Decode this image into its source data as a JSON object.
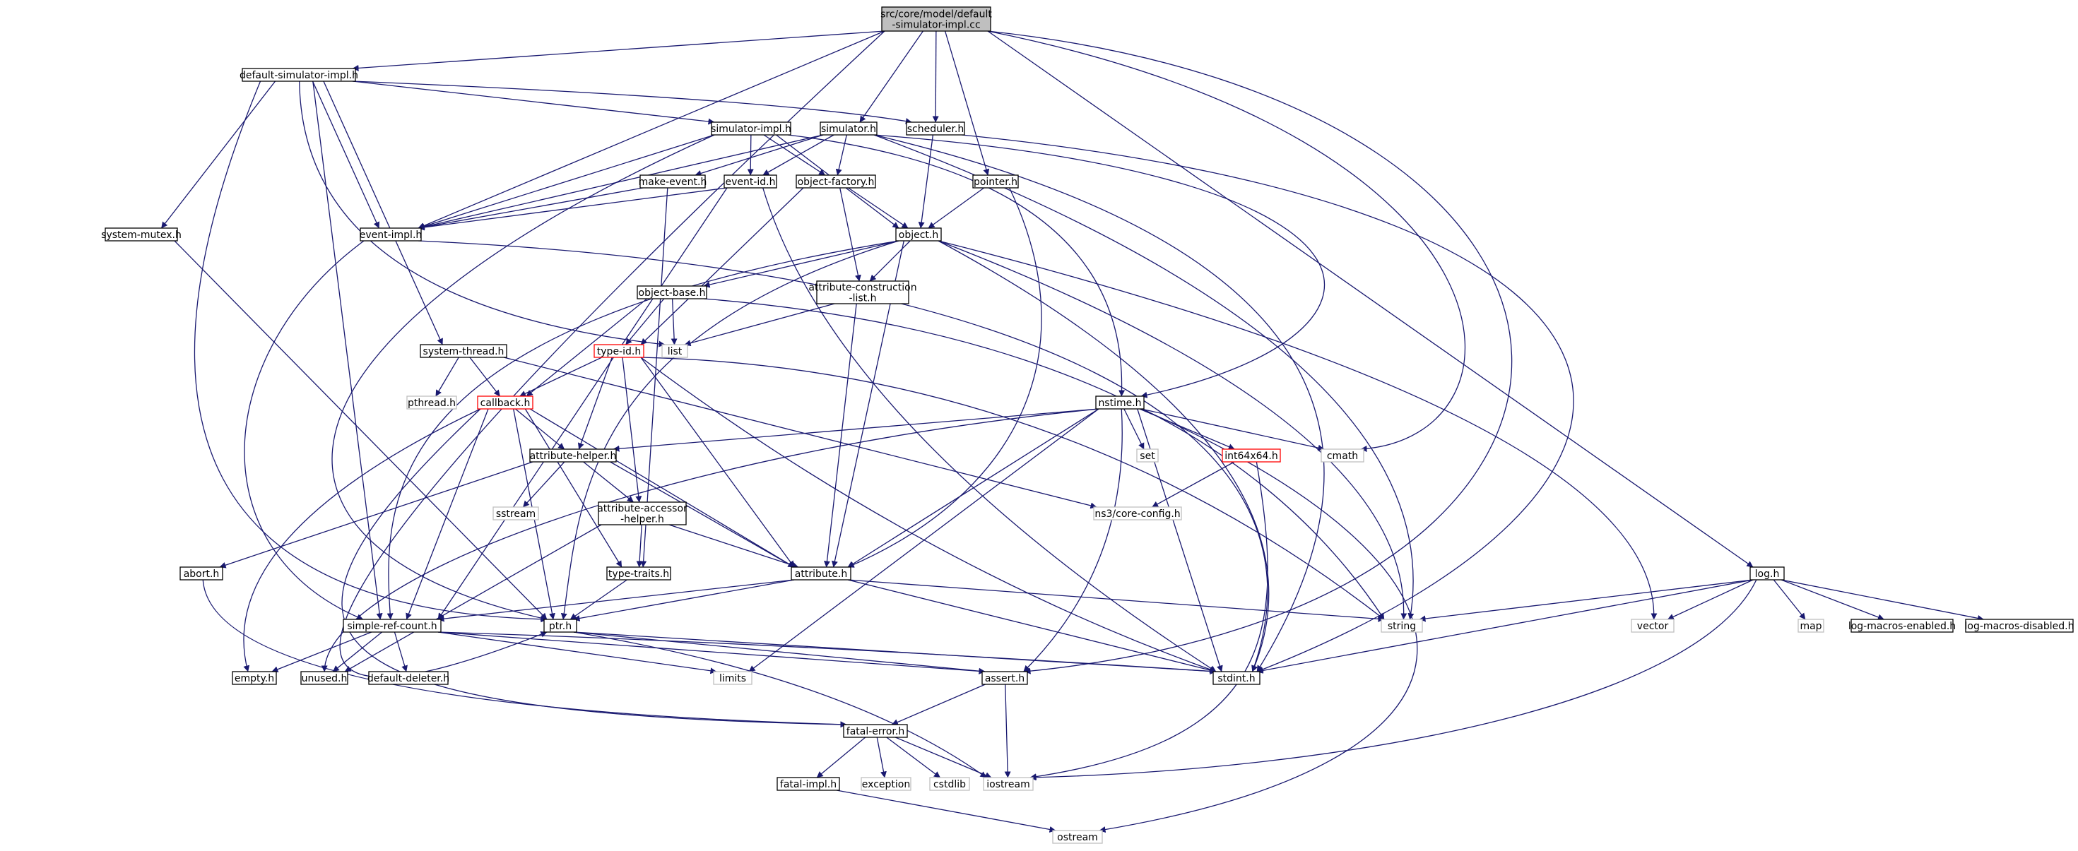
{
  "colors": {
    "edge": "#191970",
    "normal_border": "#000000",
    "system_border": "#bfbfbf",
    "truncated_border": "#ff0000",
    "root_fill": "#bfbfbf",
    "node_fill": "#ffffff"
  },
  "nodes": {
    "root": {
      "lines": [
        "src/core/model/default",
        "-simulator-impl.cc"
      ],
      "style": "root"
    },
    "default_simulator_impl_h": {
      "lines": [
        "default-simulator-impl.h"
      ],
      "style": "normal"
    },
    "simulator_impl_h": {
      "lines": [
        "simulator-impl.h"
      ],
      "style": "normal"
    },
    "simulator_h": {
      "lines": [
        "simulator.h"
      ],
      "style": "normal"
    },
    "scheduler_h": {
      "lines": [
        "scheduler.h"
      ],
      "style": "normal"
    },
    "pointer_h": {
      "lines": [
        "pointer.h"
      ],
      "style": "normal"
    },
    "log_h": {
      "lines": [
        "log.h"
      ],
      "style": "normal"
    },
    "make_event_h": {
      "lines": [
        "make-event.h"
      ],
      "style": "normal"
    },
    "event_id_h": {
      "lines": [
        "event-id.h"
      ],
      "style": "normal"
    },
    "object_factory_h": {
      "lines": [
        "object-factory.h"
      ],
      "style": "normal"
    },
    "system_mutex_h": {
      "lines": [
        "system-mutex.h"
      ],
      "style": "normal"
    },
    "event_impl_h": {
      "lines": [
        "event-impl.h"
      ],
      "style": "normal"
    },
    "object_h": {
      "lines": [
        "object.h"
      ],
      "style": "normal"
    },
    "object_base_h": {
      "lines": [
        "object-base.h"
      ],
      "style": "normal"
    },
    "attribute_construction_list_h": {
      "lines": [
        "attribute-construction",
        "-list.h"
      ],
      "style": "normal"
    },
    "list": {
      "lines": [
        "list"
      ],
      "style": "system"
    },
    "system_thread_h": {
      "lines": [
        "system-thread.h"
      ],
      "style": "normal"
    },
    "type_id_h": {
      "lines": [
        "type-id.h"
      ],
      "style": "truncated"
    },
    "pthread_h": {
      "lines": [
        "pthread.h"
      ],
      "style": "system"
    },
    "callback_h": {
      "lines": [
        "callback.h"
      ],
      "style": "truncated"
    },
    "nstime_h": {
      "lines": [
        "nstime.h"
      ],
      "style": "normal"
    },
    "set": {
      "lines": [
        "set"
      ],
      "style": "system"
    },
    "int64x64_h": {
      "lines": [
        "int64x64.h"
      ],
      "style": "truncated"
    },
    "cmath": {
      "lines": [
        "cmath"
      ],
      "style": "system"
    },
    "attribute_helper_h": {
      "lines": [
        "attribute-helper.h"
      ],
      "style": "normal"
    },
    "sstream": {
      "lines": [
        "sstream"
      ],
      "style": "system"
    },
    "ns3_core_config_h": {
      "lines": [
        "ns3/core-config.h"
      ],
      "style": "system"
    },
    "attribute_accessor_helper_h": {
      "lines": [
        "attribute-accessor",
        "-helper.h"
      ],
      "style": "normal"
    },
    "abort_h": {
      "lines": [
        "abort.h"
      ],
      "style": "normal"
    },
    "type_traits_h": {
      "lines": [
        "type-traits.h"
      ],
      "style": "normal"
    },
    "attribute_h": {
      "lines": [
        "attribute.h"
      ],
      "style": "normal"
    },
    "simple_ref_count_h": {
      "lines": [
        "simple-ref-count.h"
      ],
      "style": "normal"
    },
    "ptr_h": {
      "lines": [
        "ptr.h"
      ],
      "style": "normal"
    },
    "string": {
      "lines": [
        "string"
      ],
      "style": "system"
    },
    "vector": {
      "lines": [
        "vector"
      ],
      "style": "system"
    },
    "map": {
      "lines": [
        "map"
      ],
      "style": "system"
    },
    "log_macros_enabled_h": {
      "lines": [
        "log-macros-enabled.h"
      ],
      "style": "normal"
    },
    "log_macros_disabled_h": {
      "lines": [
        "log-macros-disabled.h"
      ],
      "style": "normal"
    },
    "empty_h": {
      "lines": [
        "empty.h"
      ],
      "style": "normal"
    },
    "unused_h": {
      "lines": [
        "unused.h"
      ],
      "style": "normal"
    },
    "default_deleter_h": {
      "lines": [
        "default-deleter.h"
      ],
      "style": "normal"
    },
    "limits": {
      "lines": [
        "limits"
      ],
      "style": "system"
    },
    "assert_h": {
      "lines": [
        "assert.h"
      ],
      "style": "normal"
    },
    "stdint_h": {
      "lines": [
        "stdint.h"
      ],
      "style": "normal"
    },
    "fatal_error_h": {
      "lines": [
        "fatal-error.h"
      ],
      "style": "normal"
    },
    "fatal_impl_h": {
      "lines": [
        "fatal-impl.h"
      ],
      "style": "normal"
    },
    "exception": {
      "lines": [
        "exception"
      ],
      "style": "system"
    },
    "cstdlib": {
      "lines": [
        "cstdlib"
      ],
      "style": "system"
    },
    "iostream": {
      "lines": [
        "iostream"
      ],
      "style": "system"
    },
    "ostream": {
      "lines": [
        "ostream"
      ],
      "style": "system"
    }
  },
  "edges": [
    [
      "root",
      "default_simulator_impl_h"
    ],
    [
      "root",
      "ptr_h"
    ],
    [
      "root",
      "event_impl_h"
    ],
    [
      "root",
      "simulator_h"
    ],
    [
      "root",
      "scheduler_h"
    ],
    [
      "root",
      "pointer_h"
    ],
    [
      "root",
      "cmath"
    ],
    [
      "root",
      "assert_h"
    ],
    [
      "root",
      "log_h"
    ],
    [
      "default_simulator_impl_h",
      "simulator_impl_h"
    ],
    [
      "default_simulator_impl_h",
      "scheduler_h"
    ],
    [
      "default_simulator_impl_h",
      "event_impl_h"
    ],
    [
      "default_simulator_impl_h",
      "system_thread_h"
    ],
    [
      "default_simulator_impl_h",
      "system_mutex_h"
    ],
    [
      "default_simulator_impl_h",
      "ptr_h"
    ],
    [
      "default_simulator_impl_h",
      "simple_ref_count_h"
    ],
    [
      "default_simulator_impl_h",
      "list"
    ],
    [
      "simulator_impl_h",
      "event_impl_h"
    ],
    [
      "simulator_impl_h",
      "event_id_h"
    ],
    [
      "simulator_impl_h",
      "nstime_h"
    ],
    [
      "simulator_impl_h",
      "object_h"
    ],
    [
      "simulator_impl_h",
      "object_factory_h"
    ],
    [
      "simulator_impl_h",
      "ptr_h"
    ],
    [
      "simulator_h",
      "event_id_h"
    ],
    [
      "simulator_h",
      "event_impl_h"
    ],
    [
      "simulator_h",
      "make_event_h"
    ],
    [
      "simulator_h",
      "nstime_h"
    ],
    [
      "simulator_h",
      "object_factory_h"
    ],
    [
      "simulator_h",
      "stdint_h"
    ],
    [
      "simulator_h",
      "string"
    ],
    [
      "scheduler_h",
      "object_h"
    ],
    [
      "scheduler_h",
      "stdint_h"
    ],
    [
      "pointer_h",
      "object_h"
    ],
    [
      "pointer_h",
      "attribute_h"
    ],
    [
      "make_event_h",
      "event_impl_h"
    ],
    [
      "make_event_h",
      "type_traits_h"
    ],
    [
      "event_id_h",
      "event_impl_h"
    ],
    [
      "event_id_h",
      "stdint_h"
    ],
    [
      "event_id_h",
      "simple_ref_count_h"
    ],
    [
      "object_factory_h",
      "object_h"
    ],
    [
      "object_factory_h",
      "type_id_h"
    ],
    [
      "object_factory_h",
      "attribute_construction_list_h"
    ],
    [
      "system_mutex_h",
      "ptr_h"
    ],
    [
      "event_impl_h",
      "simple_ref_count_h"
    ],
    [
      "event_impl_h",
      "stdint_h"
    ],
    [
      "object_h",
      "object_base_h"
    ],
    [
      "object_h",
      "attribute_construction_list_h"
    ],
    [
      "object_h",
      "attribute_h"
    ],
    [
      "object_h",
      "simple_ref_count_h"
    ],
    [
      "object_h",
      "ptr_h"
    ],
    [
      "object_h",
      "stdint_h"
    ],
    [
      "object_h",
      "string"
    ],
    [
      "object_h",
      "vector"
    ],
    [
      "object_base_h",
      "type_id_h"
    ],
    [
      "object_base_h",
      "callback_h"
    ],
    [
      "object_base_h",
      "list"
    ],
    [
      "object_base_h",
      "string"
    ],
    [
      "attribute_construction_list_h",
      "attribute_h"
    ],
    [
      "attribute_construction_list_h",
      "list"
    ],
    [
      "system_thread_h",
      "ns3_core_config_h"
    ],
    [
      "system_thread_h",
      "callback_h"
    ],
    [
      "system_thread_h",
      "pthread_h"
    ],
    [
      "type_id_h",
      "attribute_h"
    ],
    [
      "type_id_h",
      "attribute_accessor_helper_h"
    ],
    [
      "type_id_h",
      "attribute_helper_h"
    ],
    [
      "type_id_h",
      "callback_h"
    ],
    [
      "type_id_h",
      "string"
    ],
    [
      "type_id_h",
      "stdint_h"
    ],
    [
      "callback_h",
      "ptr_h"
    ],
    [
      "callback_h",
      "fatal_error_h"
    ],
    [
      "callback_h",
      "empty_h"
    ],
    [
      "callback_h",
      "type_traits_h"
    ],
    [
      "callback_h",
      "attribute_h"
    ],
    [
      "callback_h",
      "attribute_helper_h"
    ],
    [
      "callback_h",
      "simple_ref_count_h"
    ],
    [
      "nstime_h",
      "assert_h"
    ],
    [
      "nstime_h",
      "attribute_h"
    ],
    [
      "nstime_h",
      "attribute_helper_h"
    ],
    [
      "nstime_h",
      "int64x64_h"
    ],
    [
      "nstime_h",
      "unused_h"
    ],
    [
      "nstime_h",
      "stdint_h"
    ],
    [
      "nstime_h",
      "limits"
    ],
    [
      "nstime_h",
      "cmath"
    ],
    [
      "nstime_h",
      "set"
    ],
    [
      "nstime_h",
      "ostream"
    ],
    [
      "int64x64_h",
      "ns3_core_config_h"
    ],
    [
      "int64x64_h",
      "iostream"
    ],
    [
      "attribute_helper_h",
      "attribute_h"
    ],
    [
      "attribute_helper_h",
      "attribute_accessor_helper_h"
    ],
    [
      "attribute_helper_h",
      "abort_h"
    ],
    [
      "attribute_helper_h",
      "sstream"
    ],
    [
      "attribute_accessor_helper_h",
      "attribute_h"
    ],
    [
      "attribute_accessor_helper_h",
      "type_traits_h"
    ],
    [
      "attribute_accessor_helper_h",
      "unused_h"
    ],
    [
      "abort_h",
      "fatal_error_h"
    ],
    [
      "type_traits_h",
      "ptr_h"
    ],
    [
      "attribute_h",
      "string"
    ],
    [
      "attribute_h",
      "ptr_h"
    ],
    [
      "attribute_h",
      "simple_ref_count_h"
    ],
    [
      "attribute_h",
      "stdint_h"
    ],
    [
      "simple_ref_count_h",
      "empty_h"
    ],
    [
      "simple_ref_count_h",
      "default_deleter_h"
    ],
    [
      "simple_ref_count_h",
      "assert_h"
    ],
    [
      "simple_ref_count_h",
      "stdint_h"
    ],
    [
      "simple_ref_count_h",
      "limits"
    ],
    [
      "simple_ref_count_h",
      "unused_h"
    ],
    [
      "ptr_h",
      "iostream"
    ],
    [
      "ptr_h",
      "stdint_h"
    ],
    [
      "ptr_h",
      "assert_h"
    ],
    [
      "assert_h",
      "fatal_error_h"
    ],
    [
      "assert_h",
      "iostream"
    ],
    [
      "fatal_error_h",
      "iostream"
    ],
    [
      "fatal_error_h",
      "exception"
    ],
    [
      "fatal_error_h",
      "cstdlib"
    ],
    [
      "fatal_error_h",
      "fatal_impl_h"
    ],
    [
      "fatal_impl_h",
      "ostream"
    ],
    [
      "log_h",
      "string"
    ],
    [
      "log_h",
      "iostream"
    ],
    [
      "log_h",
      "stdint_h"
    ],
    [
      "log_h",
      "vector"
    ],
    [
      "log_h",
      "map"
    ],
    [
      "log_h",
      "log_macros_enabled_h"
    ],
    [
      "log_h",
      "log_macros_disabled_h"
    ]
  ]
}
